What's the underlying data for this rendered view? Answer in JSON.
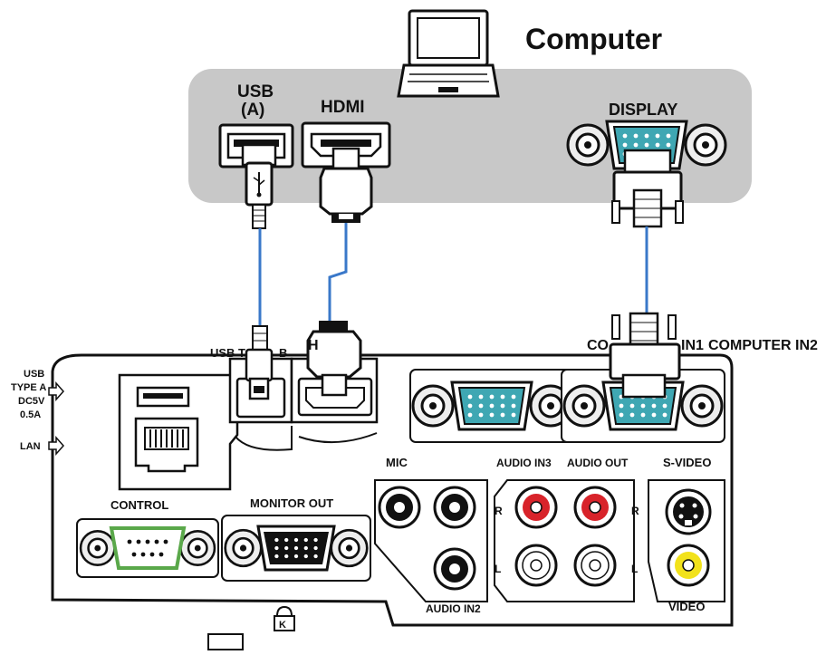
{
  "title": "Computer",
  "computer_ports": {
    "usb_line1": "USB",
    "usb_line2": "(A)",
    "hdmi": "HDMI",
    "display": "DISPLAY"
  },
  "projector_labels": {
    "usb_type_a_line1": "USB",
    "usb_type_a_line2": "TYPE A",
    "usb_type_a_line3": "DC5V",
    "usb_type_a_line4": "0.5A",
    "lan": "LAN",
    "usb_type_b_left": "USB T",
    "usb_type_b_right": "B",
    "hdmi_partial": "H",
    "computer_in1_left": "CO",
    "computer_in1_right": "IN1",
    "computer_in2": "COMPUTER IN2",
    "mic": "MIC",
    "audio_in3": "AUDIO IN3",
    "audio_out": "AUDIO OUT",
    "s_video": "S-VIDEO",
    "control": "CONTROL",
    "monitor_out": "MONITOR OUT",
    "r_left": "R",
    "l_left": "L",
    "r_right": "R",
    "l_right": "L",
    "audio_in2": "AUDIO IN2",
    "video": "VIDEO"
  },
  "colors": {
    "panel_gray": "#c8c8c8",
    "cable_blue": "#3a78c9",
    "vga_teal": "#3fa7b3",
    "control_green": "#5aa84a",
    "rca_red": "#d8232a",
    "rca_yellow": "#f2e21b"
  },
  "icons": [
    "laptop-icon",
    "usb-trident-icon",
    "kensington-lock-icon",
    "arrow-right-icon"
  ]
}
